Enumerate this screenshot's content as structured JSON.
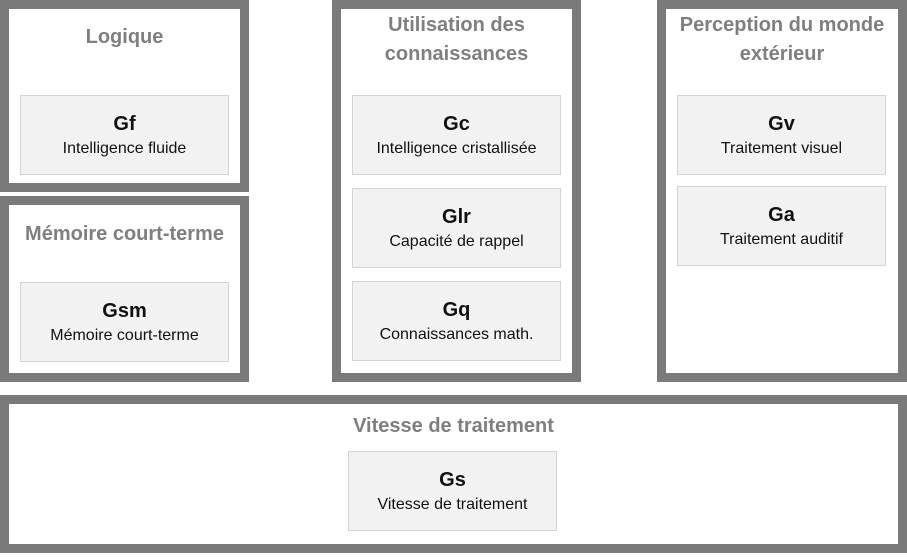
{
  "groups": {
    "logique": {
      "title": "Logique",
      "abilities": [
        {
          "code": "Gf",
          "name": "Intelligence fluide"
        }
      ]
    },
    "memoire": {
      "title": "Mémoire court-terme",
      "abilities": [
        {
          "code": "Gsm",
          "name": "Mémoire court-terme"
        }
      ]
    },
    "connaissances": {
      "title": "Utilisation des connaissances",
      "abilities": [
        {
          "code": "Gc",
          "name": "Intelligence cristallisée"
        },
        {
          "code": "Glr",
          "name": "Capacité de rappel"
        },
        {
          "code": "Gq",
          "name": "Connaissances math."
        }
      ]
    },
    "perception": {
      "title": "Perception du monde extérieur",
      "abilities": [
        {
          "code": "Gv",
          "name": "Traitement visuel"
        },
        {
          "code": "Ga",
          "name": "Traitement auditif"
        }
      ]
    },
    "vitesse": {
      "title": "Vitesse de traitement",
      "abilities": [
        {
          "code": "Gs",
          "name": "Vitesse de traitement"
        }
      ]
    }
  },
  "colors": {
    "group_border": "#7a7a7a",
    "group_title": "#7f7f7f",
    "ability_fill": "#f2f2f2",
    "ability_border": "#d4d4d4"
  }
}
